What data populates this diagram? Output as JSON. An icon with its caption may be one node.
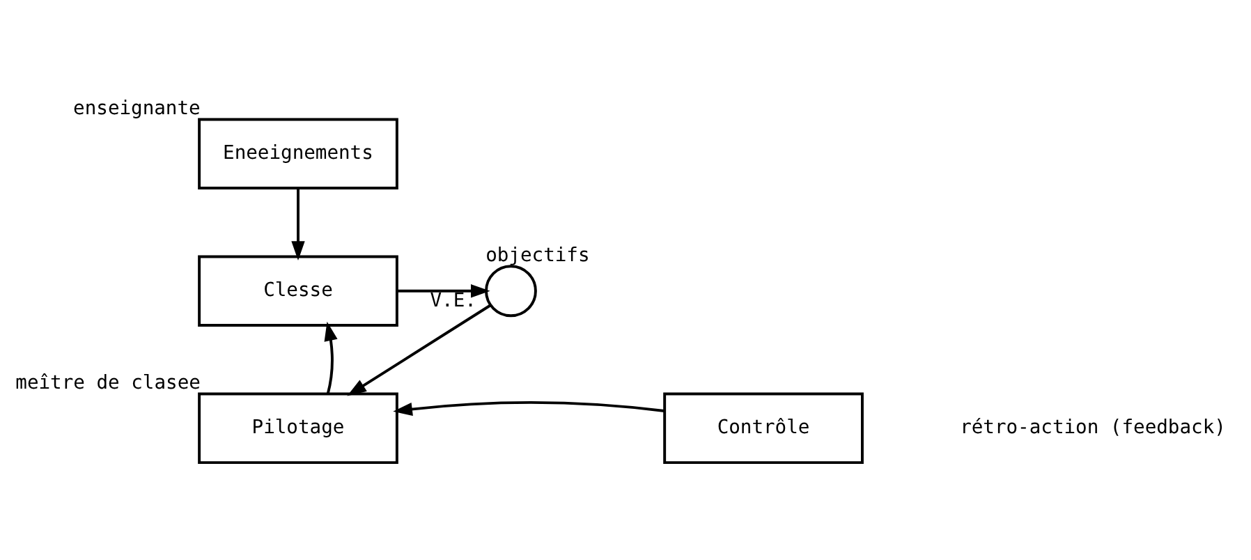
{
  "diagram": {
    "nodes": [
      {
        "text": [
          "Eneeignements"
        ],
        "beside": [
          "enseignante"
        ]
      },
      {
        "text": [
          "Clesse"
        ]
      },
      {
        "text": [],
        "shape": "circle",
        "beside": [
          "objectifs"
        ]
      },
      {
        "text": [
          "Pilotage"
        ],
        "beside": [
          "meître de clasee"
        ]
      },
      {
        "text": [
          "Contrôle"
        ]
      }
    ],
    "edges": [
      {
        "from": 0,
        "to": 1,
        "arrow": "to"
      },
      {
        "from": 1,
        "to": 2,
        "arrow": "to",
        "label": "V.E."
      },
      {
        "from": 2,
        "to": 3,
        "arrow": "to"
      },
      {
        "from": 3,
        "to": 1,
        "arrow": "to"
      },
      {
        "from": 4,
        "to": 3,
        "arrow": "to"
      }
    ],
    "labels": [
      "rétro-action (feedback)"
    ]
  }
}
